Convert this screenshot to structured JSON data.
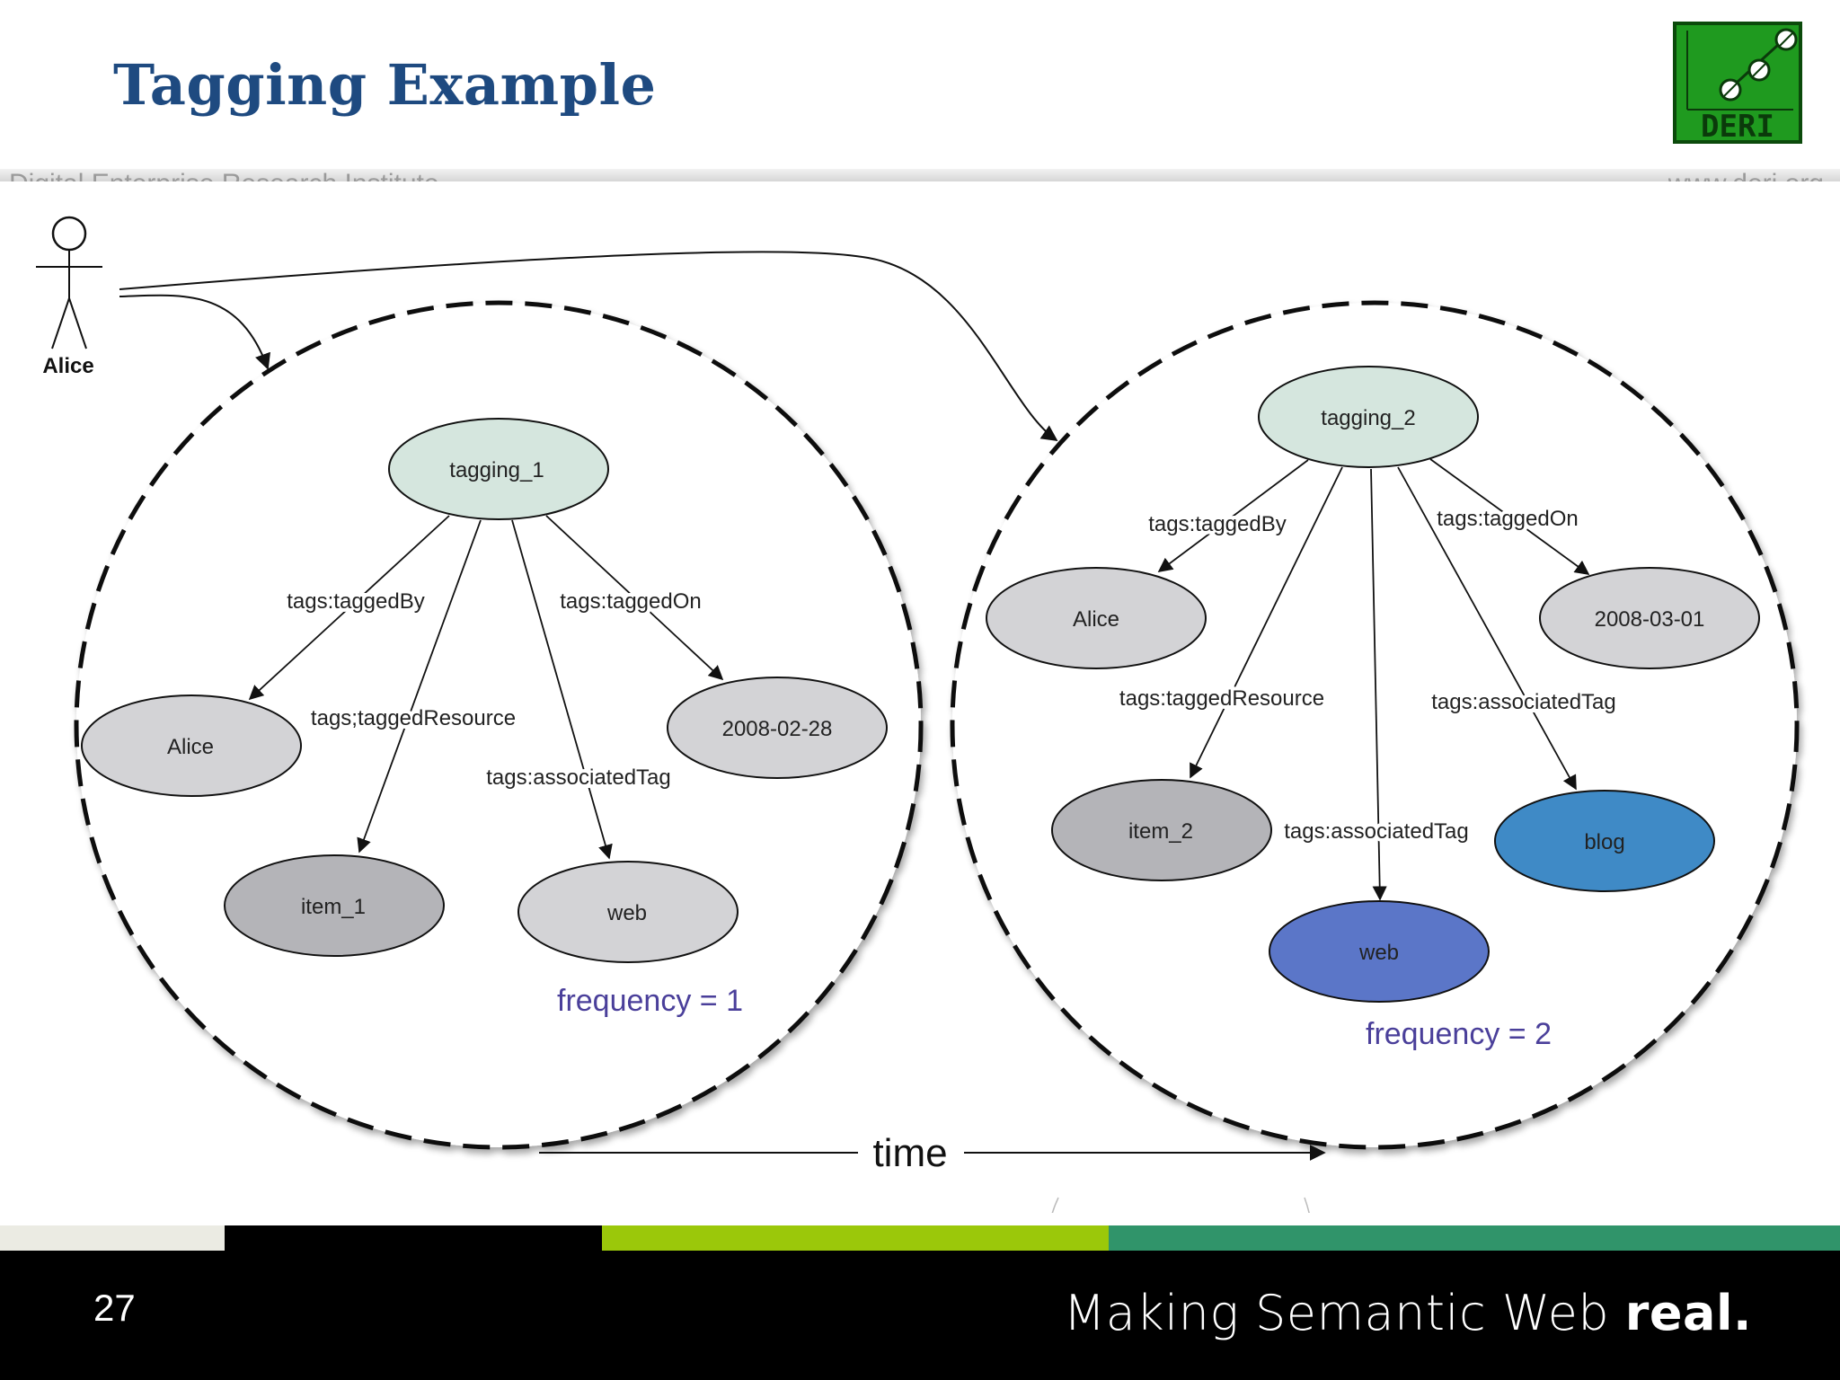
{
  "slide": {
    "title": "Tagging Example",
    "header_left": "Digital Enterprise Research Institute",
    "header_right": "www.deri.org",
    "logo_text": "DERI",
    "page_number": "27",
    "tagline_main": "Making Semantic Web ",
    "tagline_bold": "real."
  },
  "diagram": {
    "actor": "Alice",
    "time_label": "time",
    "group1": {
      "center": "tagging_1",
      "nodes": {
        "user": "Alice",
        "resource": "item_1",
        "tag": "web",
        "date": "2008-02-28"
      },
      "edges": {
        "by": "tags:taggedBy",
        "resource": "tags;taggedResource",
        "tag": "tags:associatedTag",
        "on": "tags:taggedOn"
      },
      "frequency": "frequency = 1"
    },
    "group2": {
      "center": "tagging_2",
      "nodes": {
        "user": "Alice",
        "resource": "item_2",
        "tag1": "web",
        "tag2": "blog",
        "date": "2008-03-01"
      },
      "edges": {
        "by": "tags:taggedBy",
        "resource": "tags:taggedResource",
        "tag1": "tags:associatedTag",
        "tag2": "tags:associatedTag",
        "on": "tags:taggedOn"
      },
      "frequency": "frequency = 2"
    }
  },
  "colors": {
    "title": "#1e4a80",
    "tagging_node": "#d5e6de",
    "value_node": "#d3d3d6",
    "resource_node": "#b4b4b8",
    "web_node": "#5b76c8",
    "blog_node": "#3f8ac6",
    "frequency_text": "#4a3f9a",
    "stripe_cream": "#ebebe3",
    "stripe_black": "#000000",
    "stripe_lime": "#9bc80a",
    "stripe_green": "#30946a"
  }
}
